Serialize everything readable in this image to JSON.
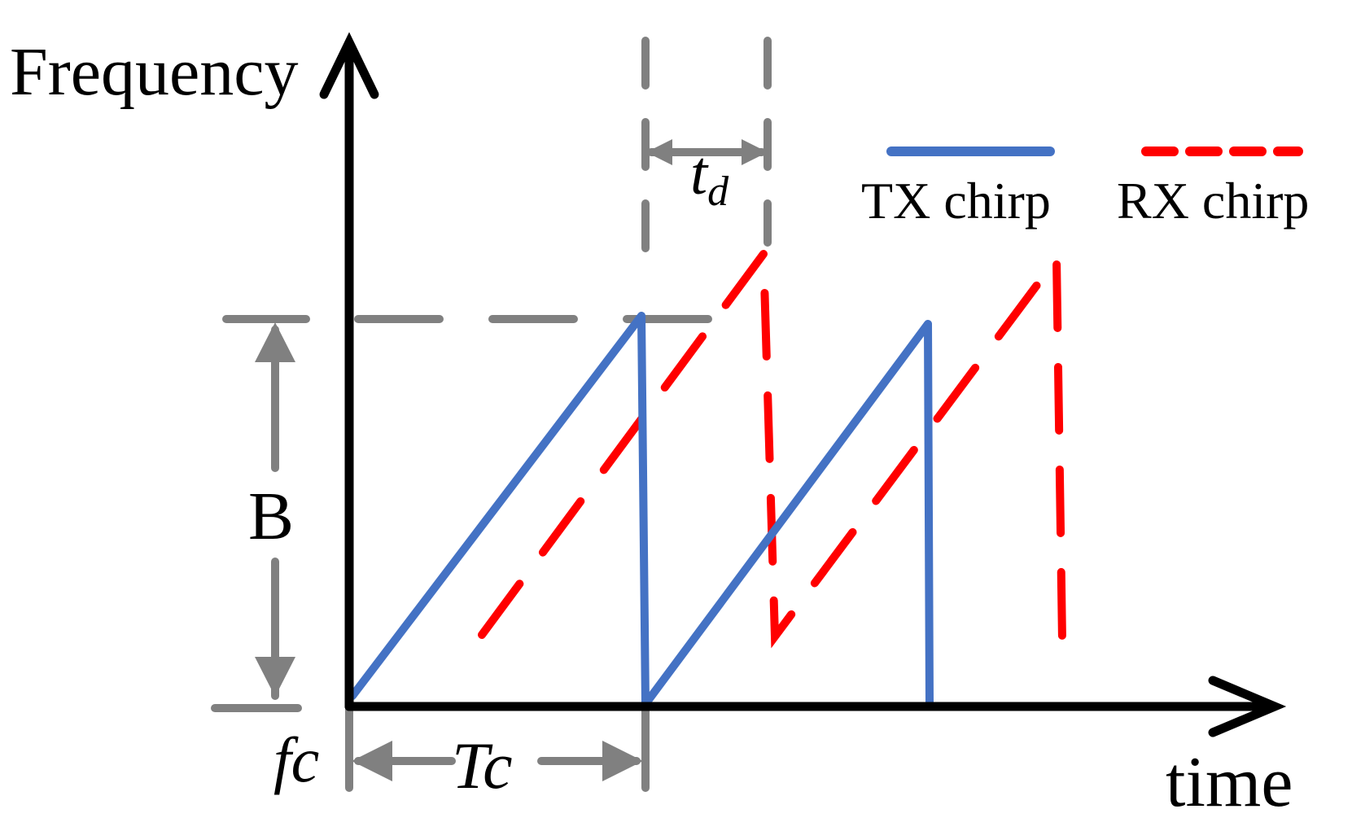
{
  "axes": {
    "y_label": "Frequency",
    "x_label": "time"
  },
  "annotations": {
    "delay_label": "t",
    "delay_subscript": "d",
    "bandwidth_label": "B",
    "start_freq_label": "fc",
    "period_label": "Tc"
  },
  "legend": {
    "tx_label": "TX chirp",
    "rx_label": "RX chirp"
  },
  "colors": {
    "axis": "#000000",
    "guide": "#808080",
    "tx": "#4472c4",
    "rx": "#ff0000"
  },
  "icons": [
    "arrow-up-icon",
    "arrow-right-icon",
    "double-arrow-icon"
  ]
}
